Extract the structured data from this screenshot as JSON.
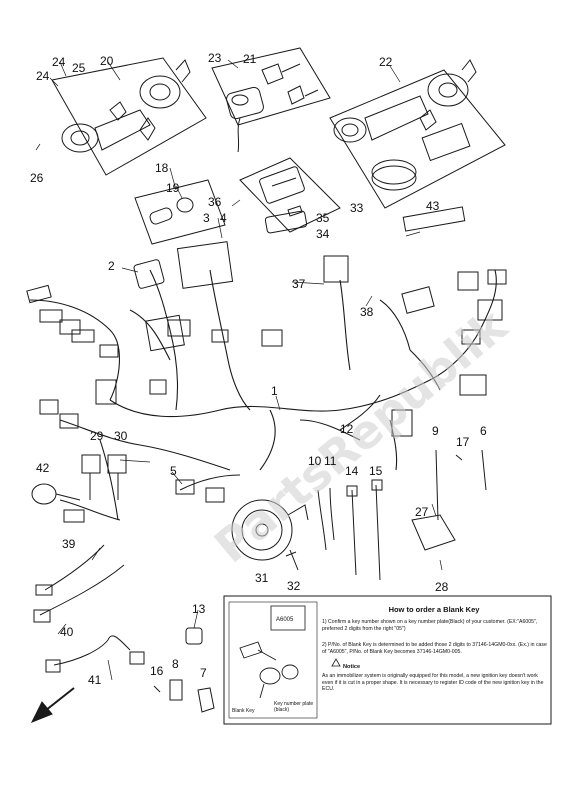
{
  "callouts": [
    {
      "id": "c1",
      "text": "1"
    },
    {
      "id": "c2",
      "text": "2"
    },
    {
      "id": "c3",
      "text": "3"
    },
    {
      "id": "c4",
      "text": "4"
    },
    {
      "id": "c5",
      "text": "5"
    },
    {
      "id": "c6",
      "text": "6"
    },
    {
      "id": "c7",
      "text": "7"
    },
    {
      "id": "c8",
      "text": "8"
    },
    {
      "id": "c9",
      "text": "9"
    },
    {
      "id": "c10",
      "text": "10"
    },
    {
      "id": "c11",
      "text": "11"
    },
    {
      "id": "c12",
      "text": "12"
    },
    {
      "id": "c13",
      "text": "13"
    },
    {
      "id": "c14",
      "text": "14"
    },
    {
      "id": "c15",
      "text": "15"
    },
    {
      "id": "c16",
      "text": "16"
    },
    {
      "id": "c17",
      "text": "17"
    },
    {
      "id": "c18",
      "text": "18"
    },
    {
      "id": "c19",
      "text": "19"
    },
    {
      "id": "c20",
      "text": "20"
    },
    {
      "id": "c21",
      "text": "21"
    },
    {
      "id": "c22",
      "text": "22"
    },
    {
      "id": "c23",
      "text": "23"
    },
    {
      "id": "c24a",
      "text": "24"
    },
    {
      "id": "c24b",
      "text": "24"
    },
    {
      "id": "c25",
      "text": "25"
    },
    {
      "id": "c26",
      "text": "26"
    },
    {
      "id": "c27",
      "text": "27"
    },
    {
      "id": "c28",
      "text": "28"
    },
    {
      "id": "c29",
      "text": "29"
    },
    {
      "id": "c30",
      "text": "30"
    },
    {
      "id": "c31",
      "text": "31"
    },
    {
      "id": "c32",
      "text": "32"
    },
    {
      "id": "c33",
      "text": "33"
    },
    {
      "id": "c34",
      "text": "34"
    },
    {
      "id": "c35",
      "text": "35"
    },
    {
      "id": "c36",
      "text": "36"
    },
    {
      "id": "c37",
      "text": "37"
    },
    {
      "id": "c38",
      "text": "38"
    },
    {
      "id": "c39",
      "text": "39"
    },
    {
      "id": "c40",
      "text": "40"
    },
    {
      "id": "c41",
      "text": "41"
    },
    {
      "id": "c42",
      "text": "42"
    },
    {
      "id": "c43",
      "text": "43"
    }
  ],
  "watermark": "PartsRepublik",
  "blank_key_box": {
    "title": "How to order a Blank Key",
    "step1": "1) Confirm a key number shown on a key number plate(Black) of your customer. (EX:\"A6005\", preferred 2 digits from the right \"05\")",
    "step2": "2) P/No. of Blank Key is determined to be added those 2 digits to 37146-14GM0-0xx. (Ex.) in case of \"A6005\", P/No. of Blank Key becomes 37146-14GM0-005.",
    "notice_label": "Notice",
    "notice_text": "As an immobilizer system is originally equipped for this model, a new ignition key doesn't work even if it is cut in a proper shape. It is necessary to register ID code of the new ignition key in the ECU.",
    "plate_code": "A6005",
    "label_blank_key": "Blank Key",
    "label_key_plate": "Key number plate (black)"
  },
  "colors": {
    "line": "#1a1a1a",
    "watermark": "#c8c8c8",
    "panel": "#ffffff"
  }
}
